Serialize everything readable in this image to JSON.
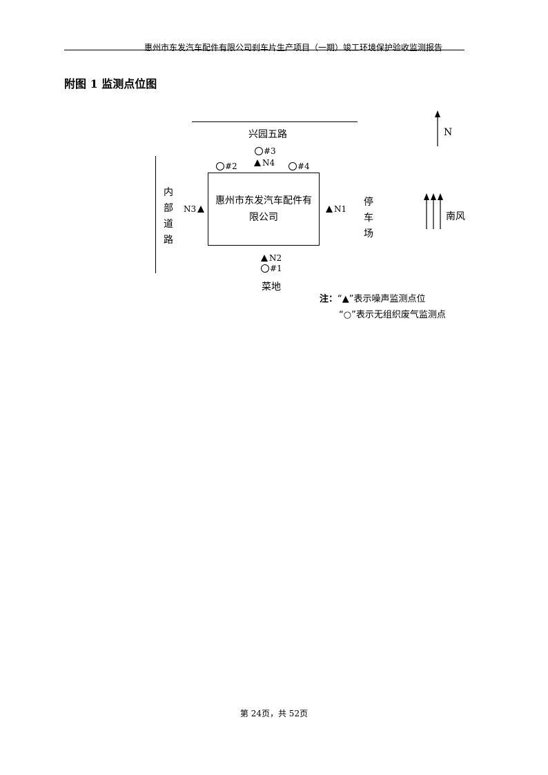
{
  "header": {
    "text": "惠州市东发汽车配件有限公司刹车片生产项目（一期）竣工环境保护验收监测报告"
  },
  "figure": {
    "title": "附图 1  监测点位图"
  },
  "map": {
    "road_north": "兴园五路",
    "road_west": [
      "内",
      "部",
      "道",
      "路"
    ],
    "east": [
      "停",
      "车",
      "场"
    ],
    "south": "菜地",
    "factory_name": "惠州市东发汽车配件有限公司",
    "north_label": "N",
    "wind_label": "南风",
    "points": {
      "gas_3": "#3",
      "noise_4": "N4",
      "gas_2": "#2",
      "gas_4": "#4",
      "noise_3": "N3",
      "noise_1": "N1",
      "noise_2": "N2",
      "gas_1": "#1"
    }
  },
  "legend": {
    "prefix": "注：",
    "noise_text": "“▲”表示噪声监测点位",
    "gas_text": "“○”表示无组织废气监测点"
  },
  "footer": {
    "page_text": "第 24页，共 52页"
  }
}
